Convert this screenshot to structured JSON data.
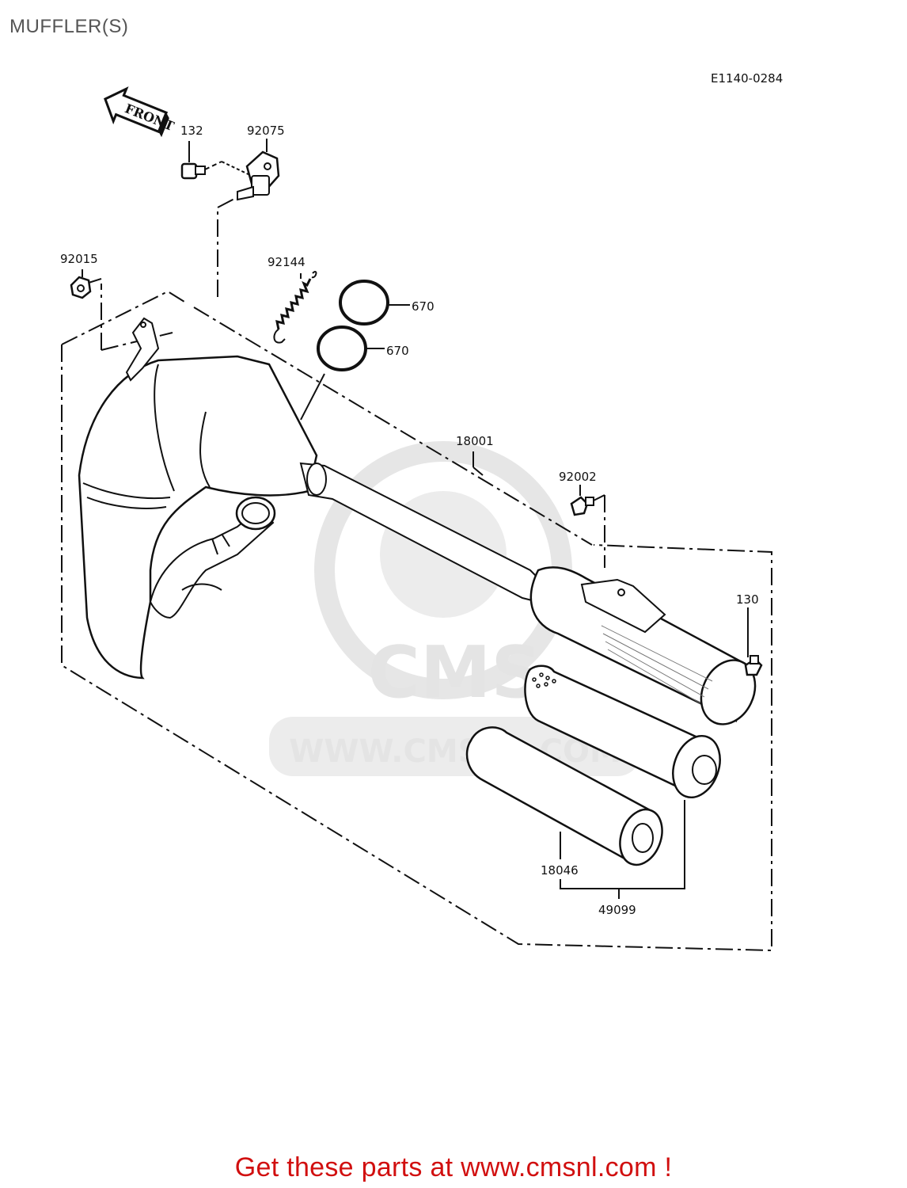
{
  "page": {
    "title": "MUFFLER(S)",
    "diagram_code": "E1140-0284",
    "front_arrow_label": "FRONT",
    "watermark": {
      "brand": "CMS",
      "url": "WWW.CMSNL.COM"
    },
    "promo_text": "Get these parts at www.cmsnl.com !"
  },
  "parts": [
    {
      "id": "132",
      "label": "132"
    },
    {
      "id": "92075",
      "label": "92075"
    },
    {
      "id": "92015",
      "label": "92015"
    },
    {
      "id": "92144",
      "label": "92144"
    },
    {
      "id": "670a",
      "label": "670"
    },
    {
      "id": "670b",
      "label": "670"
    },
    {
      "id": "18001",
      "label": "18001"
    },
    {
      "id": "92002",
      "label": "92002"
    },
    {
      "id": "130",
      "label": "130"
    },
    {
      "id": "18046",
      "label": "18046"
    },
    {
      "id": "49099",
      "label": "49099"
    }
  ],
  "colors": {
    "line": "#111111",
    "watermark": "#e4e4e4",
    "promo": "#d10f0f",
    "title": "#555555"
  }
}
